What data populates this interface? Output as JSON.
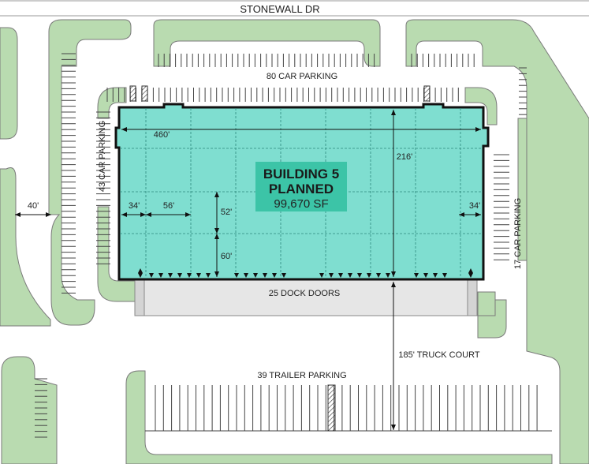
{
  "road": {
    "name": "STONEWALL DR"
  },
  "building": {
    "name": "BUILDING 5",
    "status": "PLANNED",
    "area": "99,670 SF",
    "dock_doors": "25 DOCK DOORS"
  },
  "dimensions": {
    "width": "460'",
    "depth": "216'",
    "end_bay_left": "34'",
    "end_bay_right": "34'",
    "column_spacing": "56'",
    "bay_depth_upper": "52'",
    "bay_depth_lower": "60'",
    "drive_aisle": "40'",
    "truck_court": "185' TRUCK COURT"
  },
  "parking": {
    "north": "80 CAR PARKING",
    "west": "43 CAR PARKING",
    "east": "17 CAR PARKING",
    "trailer": "39 TRAILER PARKING"
  },
  "colors": {
    "landscape": "#b9dbb0",
    "building_fill": "#7fded0",
    "building_outline": "#111111",
    "dock_apron": "#e6e6e6"
  }
}
